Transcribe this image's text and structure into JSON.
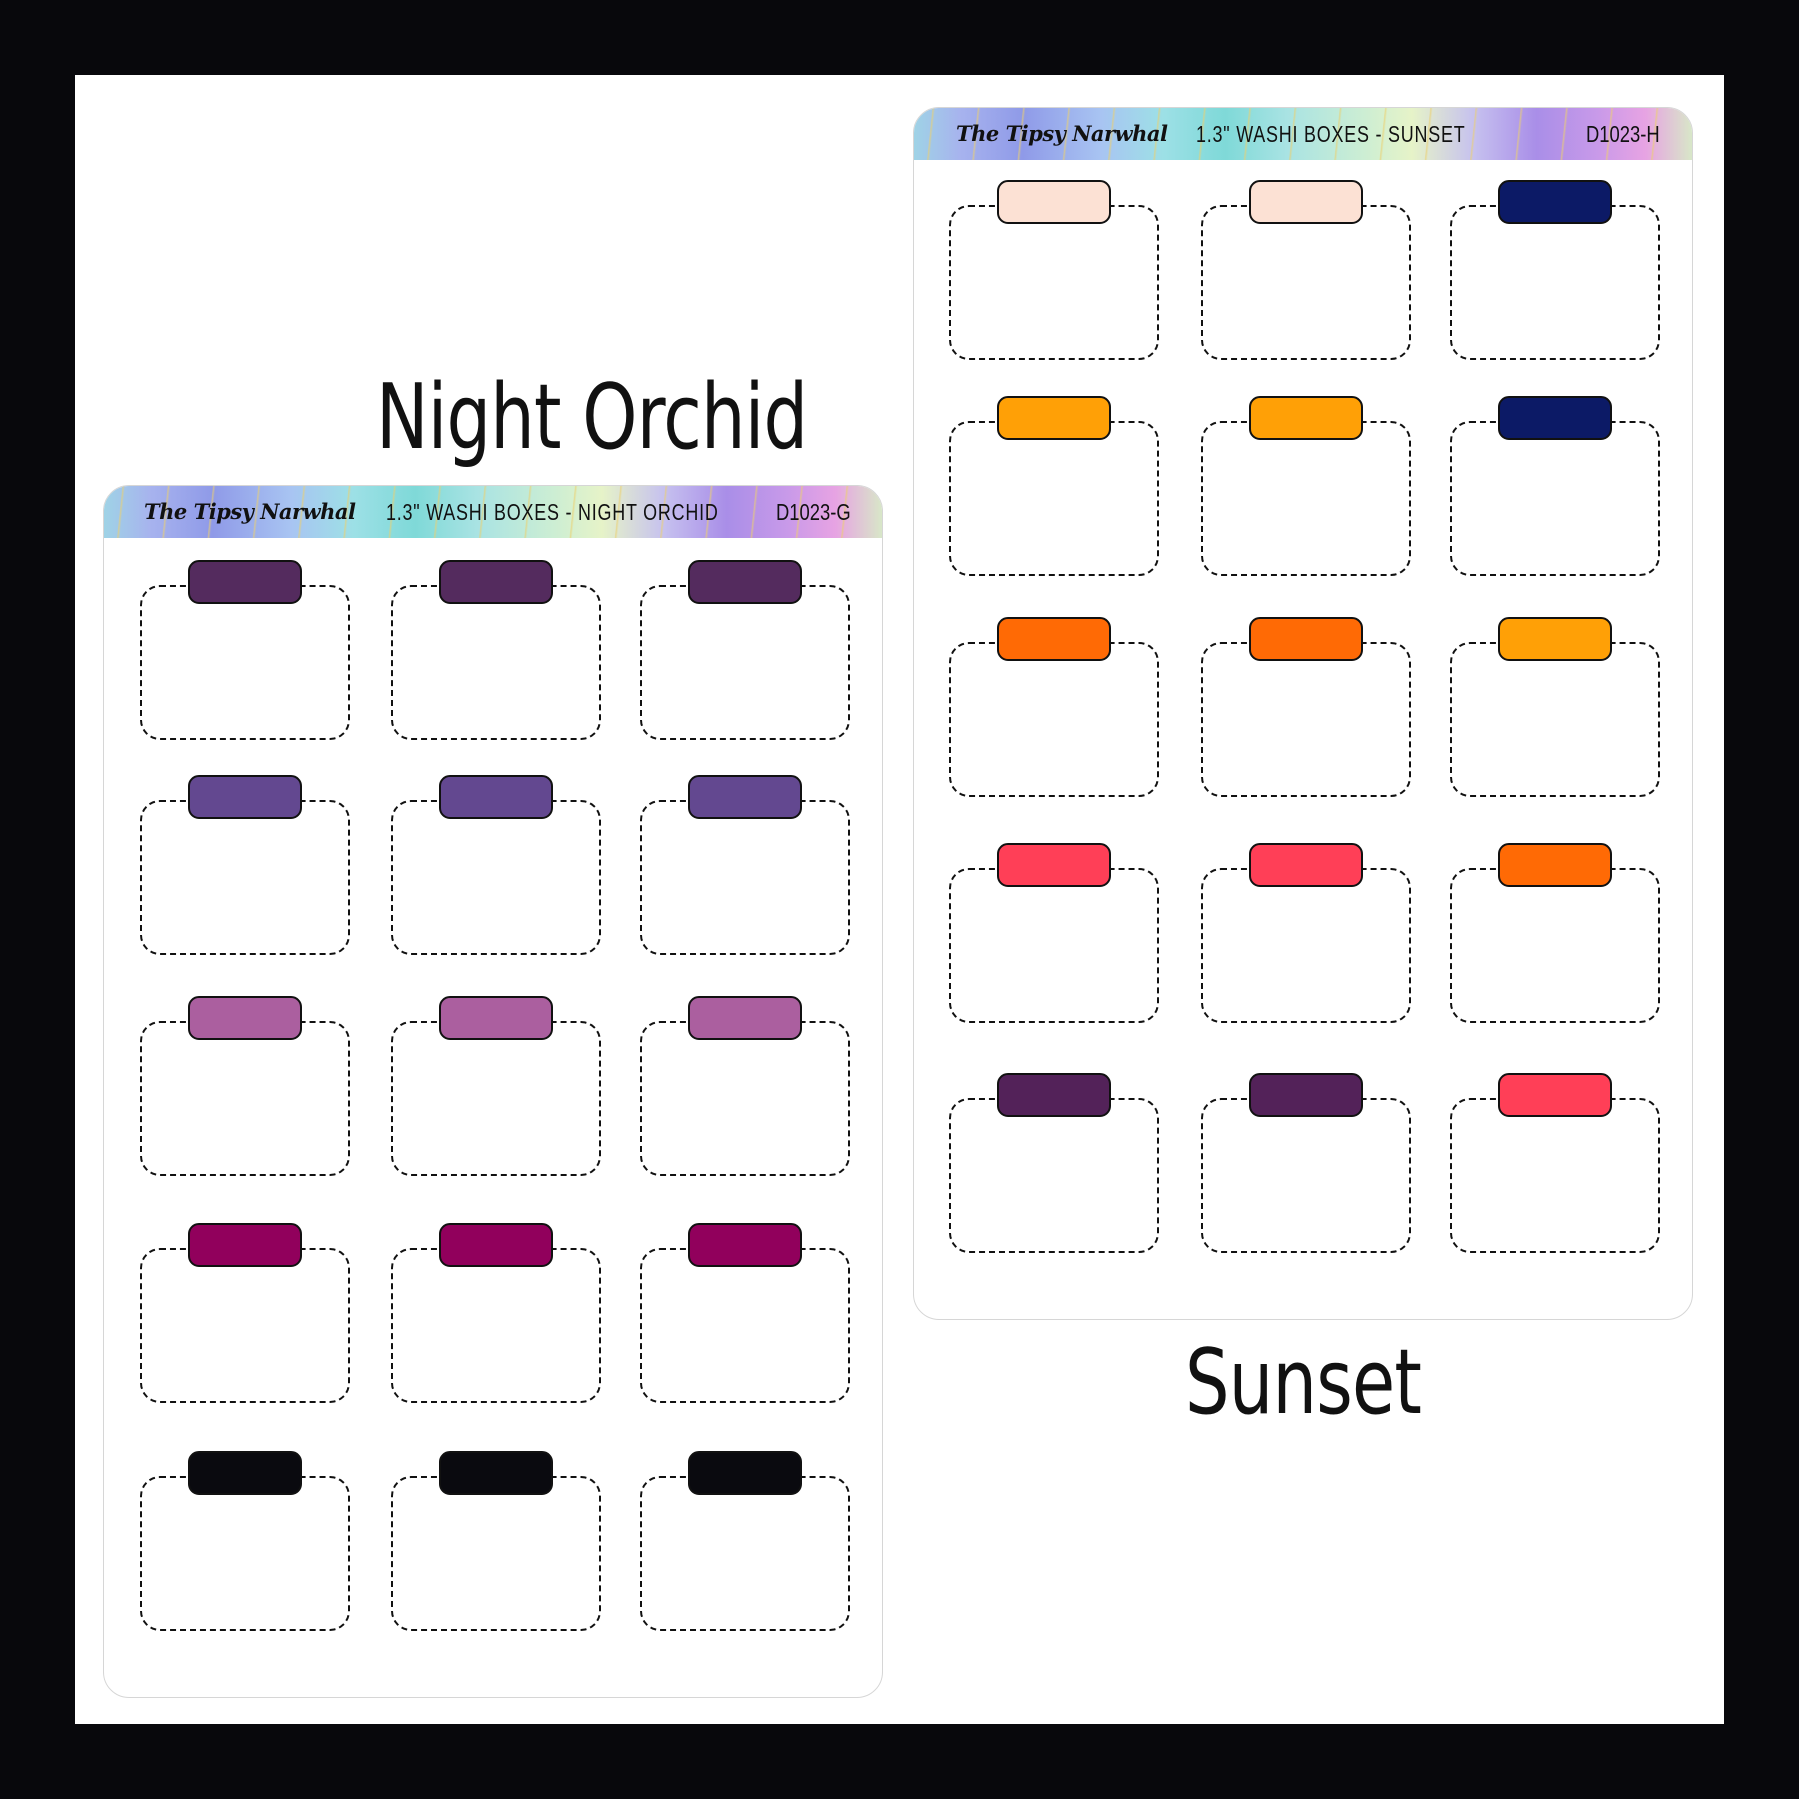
{
  "sheets": [
    {
      "name": "Night Orchid",
      "header": {
        "brand": "The Tipsy Narwhal",
        "product": "1.3\" WASHI BOXES - NIGHT ORCHID",
        "code": "D1023-G"
      },
      "rows": [
        {
          "color": "#542b5e"
        },
        {
          "color": "#634890"
        },
        {
          "color": "#ab5f9f"
        },
        {
          "color": "#91005c"
        },
        {
          "color": "#0a0a0f"
        }
      ],
      "columns": 3
    },
    {
      "name": "Sunset",
      "header": {
        "brand": "The Tipsy Narwhal",
        "product": "1.3\" WASHI BOXES - SUNSET",
        "code": "D1023-H"
      },
      "rows": [
        {
          "colors": [
            "#fce1d4",
            "#fce1d4",
            "#0c1a66"
          ]
        },
        {
          "colors": [
            "#ffa006",
            "#ffa006",
            "#0c1a66"
          ]
        },
        {
          "colors": [
            "#ff6a05",
            "#ff6a05",
            "#ffa006"
          ]
        },
        {
          "colors": [
            "#ff3f57",
            "#ff3f57",
            "#ff6a05"
          ]
        },
        {
          "colors": [
            "#532259",
            "#532259",
            "#ff3f57"
          ]
        }
      ],
      "columns": 3
    }
  ]
}
